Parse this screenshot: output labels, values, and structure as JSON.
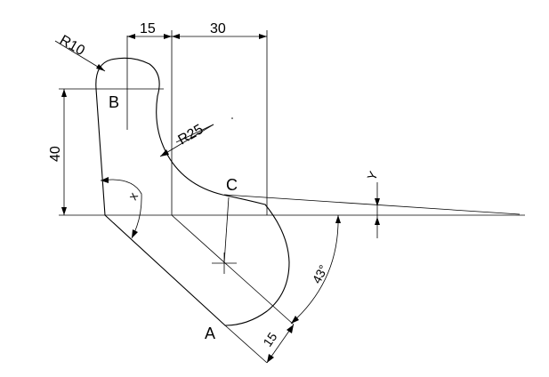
{
  "labels": {
    "point_a": "A",
    "point_b": "B",
    "point_c": "C",
    "dim_r10": "R10",
    "dim_15_top": "15",
    "dim_30": "30",
    "dim_r25": "R25",
    "dim_40": "40",
    "angle_x": "x",
    "angle_y": "Y",
    "angle_43": "43°",
    "dim_15_bottom": "15"
  },
  "colors": {
    "line": "#000000",
    "background": "#ffffff"
  }
}
